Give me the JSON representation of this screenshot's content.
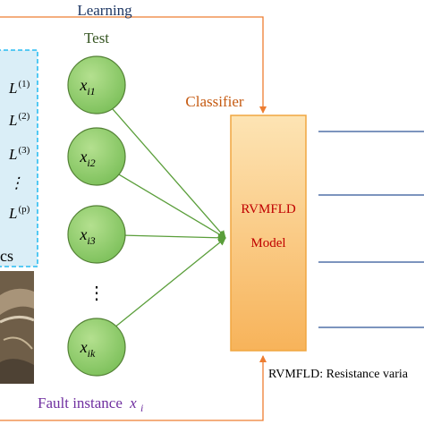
{
  "labels": {
    "learning": "Learning",
    "test": "Test",
    "classifier": "Classifier",
    "fault_instance": "Fault instance",
    "fault_instance_var": "x",
    "fault_instance_sub": "i",
    "model_title": "RVMFLD",
    "model_sub": "Model",
    "footnote": "RVMFLD: Resistance varia",
    "left_cut_text": "cs"
  },
  "features": [
    {
      "base": "L",
      "sup": "(1)"
    },
    {
      "base": "L",
      "sup": "(2)"
    },
    {
      "base": "L",
      "sup": "(3)"
    },
    {
      "base": "⋮",
      "sup": ""
    },
    {
      "base": "L",
      "sup": "(p)"
    }
  ],
  "test_nodes": [
    {
      "var": "x",
      "sub": "i1"
    },
    {
      "var": "x",
      "sub": "i2"
    },
    {
      "var": "x",
      "sub": "i3"
    },
    {
      "var": "⋮",
      "sub": ""
    },
    {
      "var": "x",
      "sub": "ik"
    }
  ],
  "colors": {
    "learning_text": "#1f3864",
    "test_text": "#375623",
    "classifier_text": "#c55a11",
    "fault_text": "#7030a0",
    "model_text": "#c00000",
    "orange_line": "#ed7d31",
    "node_fill": "#8fcf6a",
    "node_stroke": "#538135",
    "arrow_green": "#5a9e3a",
    "model_fill_top": "#fde4b4",
    "model_fill_bottom": "#f7b35a",
    "output_line": "#2f5597",
    "feature_box_fill": "#daeef7",
    "feature_box_stroke": "#00b0f0"
  }
}
